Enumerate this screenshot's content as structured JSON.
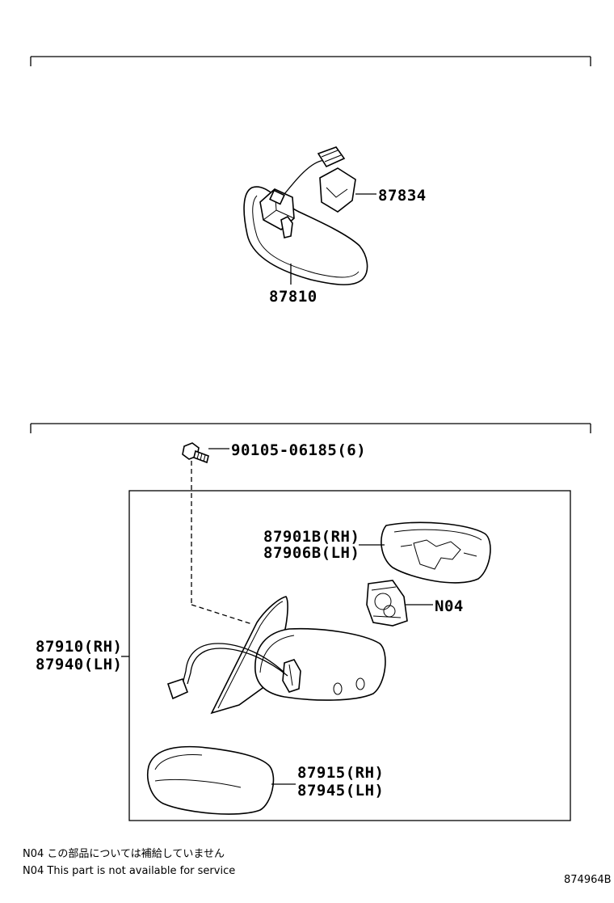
{
  "callouts": {
    "p87834": "87834",
    "p87810": "87810",
    "bolt": "90105-06185(6)",
    "p87901b": "87901B(RH)",
    "p87906b": "87906B(LH)",
    "n04": "N04",
    "p87910": "87910(RH)",
    "p87940": "87940(LH)",
    "p87915": "87915(RH)",
    "p87945": "87945(LH)"
  },
  "notes": {
    "jp": "N04 この部品については補給していません",
    "en": "N04 This part is not available for service"
  },
  "diagram_code": "874964B"
}
